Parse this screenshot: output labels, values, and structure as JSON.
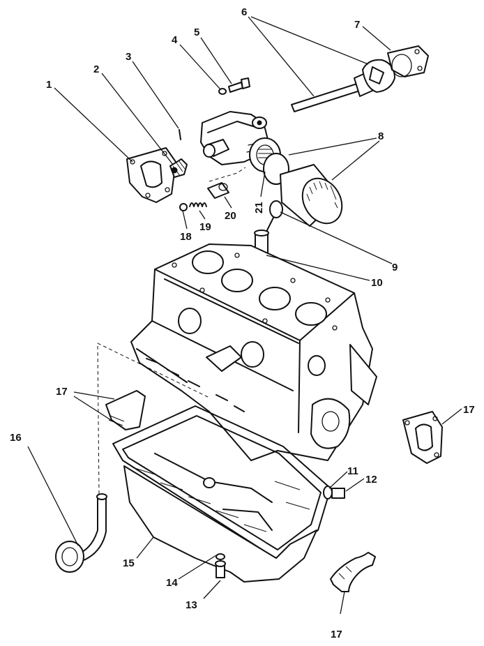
{
  "callouts": {
    "c1": "1",
    "c2": "2",
    "c3": "3",
    "c4": "4",
    "c5": "5",
    "c6": "6",
    "c7": "7",
    "c8": "8",
    "c9": "9",
    "c10": "10",
    "c11": "11",
    "c12": "12",
    "c13": "13",
    "c14": "14",
    "c15": "15",
    "c16": "16",
    "c17a": "17",
    "c17b": "17",
    "c17c": "17",
    "c18": "18",
    "c19": "19",
    "c20": "20",
    "c21": "21"
  }
}
